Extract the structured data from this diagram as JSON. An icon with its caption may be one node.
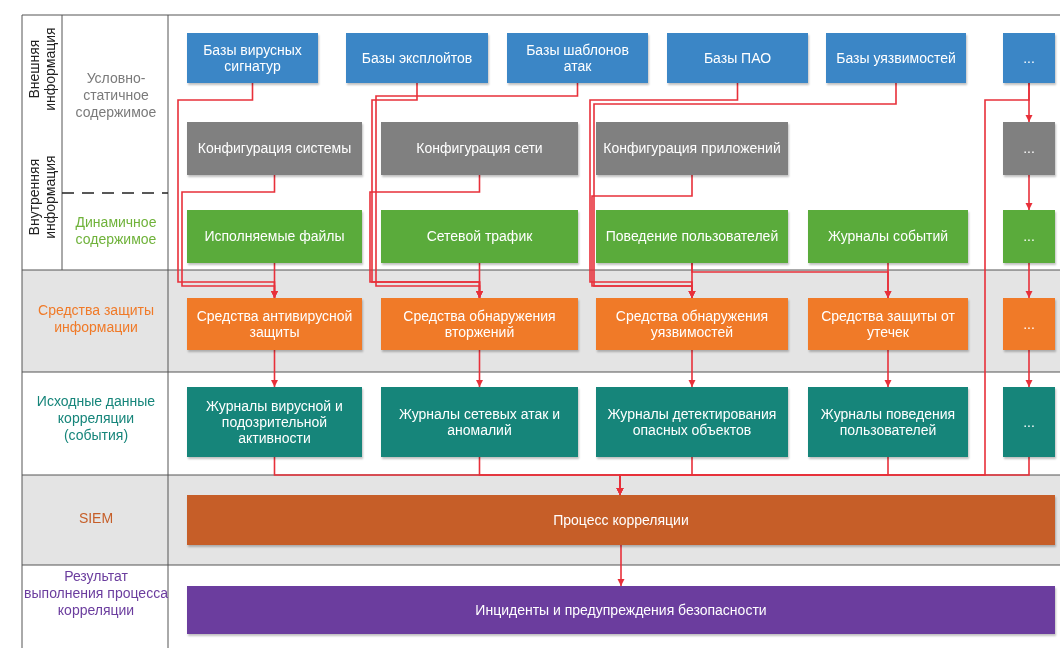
{
  "diagram": {
    "nodes": [
      {
        "text": [
          "Базы вирусных сигнатур"
        ]
      },
      {
        "text": [
          "Базы эксплойтов"
        ]
      },
      {
        "text": [
          "Базы шаблонов атак"
        ]
      },
      {
        "text": [
          "Базы ПАО"
        ]
      },
      {
        "text": [
          "Базы уязвимостей"
        ]
      },
      {
        "text": [
          "..."
        ]
      },
      {
        "text": [
          "Конфигурация системы"
        ]
      },
      {
        "text": [
          "Конфигурация сети"
        ]
      },
      {
        "text": [
          "Конфигурация приложений"
        ]
      },
      {
        "text": [
          "..."
        ]
      },
      {
        "text": [
          "Исполняемые файлы"
        ]
      },
      {
        "text": [
          "Сетевой трафик"
        ]
      },
      {
        "text": [
          "Поведение пользователей"
        ]
      },
      {
        "text": [
          "Журналы событий"
        ]
      },
      {
        "text": [
          "..."
        ]
      },
      {
        "text": [
          "Средства антивирусной защиты"
        ]
      },
      {
        "text": [
          "Средства обнаружения вторжений"
        ]
      },
      {
        "text": [
          "Средства обнаружения уязвимостей"
        ]
      },
      {
        "text": [
          "Средства защиты от утечек"
        ]
      },
      {
        "text": [
          "..."
        ]
      },
      {
        "text": [
          "Журналы вирусной и подозрительной активности"
        ]
      },
      {
        "text": [
          "Журналы сетевых атак и аномалий"
        ]
      },
      {
        "text": [
          "Журналы детектирования опасных объектов"
        ]
      },
      {
        "text": [
          "Журналы поведения пользователей"
        ]
      },
      {
        "text": [
          "..."
        ]
      },
      {
        "text": [
          "Процесс корреляции"
        ]
      },
      {
        "text": [
          "Инциденты и предупреждения безопасности"
        ]
      }
    ],
    "edges": [
      {
        "from": 0,
        "to": 15,
        "arrow": "to"
      },
      {
        "from": 1,
        "to": 16,
        "arrow": "to"
      },
      {
        "from": 2,
        "to": 16,
        "arrow": "to"
      },
      {
        "from": 3,
        "to": 17,
        "arrow": "to"
      },
      {
        "from": 4,
        "to": 17,
        "arrow": "to"
      },
      {
        "from": 5,
        "to": 9,
        "arrow": "to"
      },
      {
        "from": 5,
        "to": 25,
        "arrow": "to"
      },
      {
        "from": 6,
        "to": 15,
        "arrow": "to"
      },
      {
        "from": 7,
        "to": 16,
        "arrow": "to"
      },
      {
        "from": 8,
        "to": 17,
        "arrow": "to"
      },
      {
        "from": 9,
        "to": 14,
        "arrow": "to"
      },
      {
        "from": 10,
        "to": 15,
        "arrow": "to"
      },
      {
        "from": 11,
        "to": 16,
        "arrow": "to"
      },
      {
        "from": 12,
        "to": 17,
        "arrow": "to"
      },
      {
        "from": 12,
        "to": 18,
        "arrow": "to"
      },
      {
        "from": 13,
        "to": 18,
        "arrow": "to"
      },
      {
        "from": 14,
        "to": 19,
        "arrow": "to"
      },
      {
        "from": 15,
        "to": 20,
        "arrow": "to"
      },
      {
        "from": 16,
        "to": 21,
        "arrow": "to"
      },
      {
        "from": 17,
        "to": 22,
        "arrow": "to"
      },
      {
        "from": 18,
        "to": 23,
        "arrow": "to"
      },
      {
        "from": 19,
        "to": 24,
        "arrow": "to"
      },
      {
        "from": 20,
        "to": 25,
        "arrow": "to"
      },
      {
        "from": 21,
        "to": 25,
        "arrow": "to"
      },
      {
        "from": 22,
        "to": 25,
        "arrow": "to"
      },
      {
        "from": 23,
        "to": 25,
        "arrow": "to"
      },
      {
        "from": 24,
        "to": 25,
        "arrow": "to"
      },
      {
        "from": 25,
        "to": 26,
        "arrow": "to"
      }
    ],
    "labels": [
      "Внешняя информация",
      "Внутренняя информация",
      "Условно-статичное содержимое",
      "Динамичное содержимое",
      "Средства защиты информации",
      "Исходные данные корреляции (события)",
      "SIEM",
      "Результат выполнения процесса корреляции"
    ]
  }
}
